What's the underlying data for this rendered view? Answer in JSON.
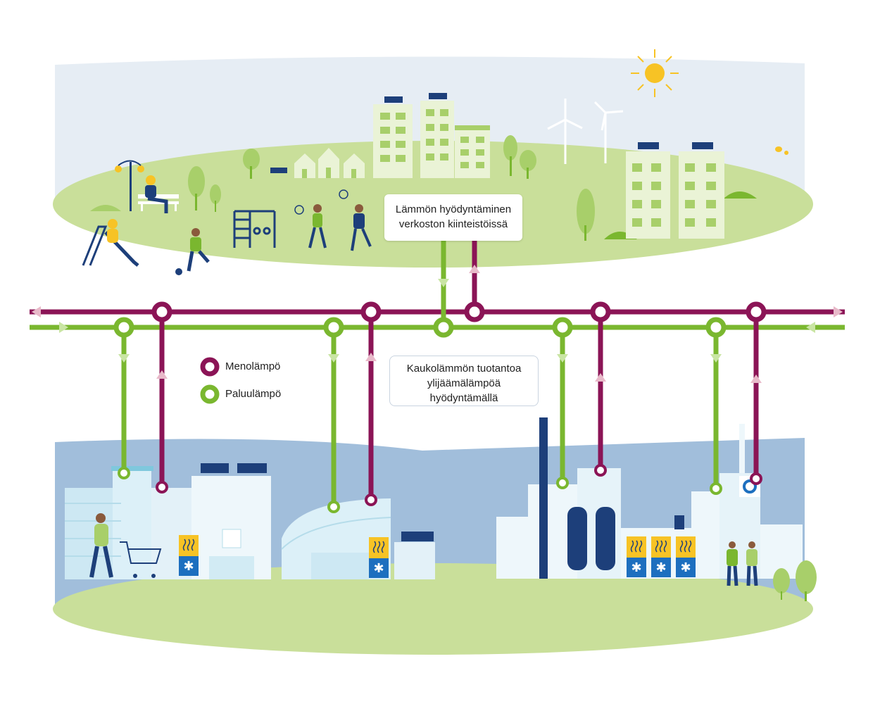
{
  "labels": {
    "top_box": [
      "Lämmön hyödyntäminen",
      "verkoston kiinteistöissä"
    ],
    "mid_box": [
      "Kaukolämmön tuotantoa",
      "ylijäämälämpöä",
      "hyödyntämällä"
    ]
  },
  "legend": {
    "supply": "Menolämpö",
    "return": "Paluulämpö"
  },
  "colors": {
    "supply": "#8b1456",
    "return": "#7ab72f",
    "sky": "#e6edf4",
    "water": "#a1bedb",
    "grass": "#c9df9a",
    "navy": "#1d3f7a"
  }
}
